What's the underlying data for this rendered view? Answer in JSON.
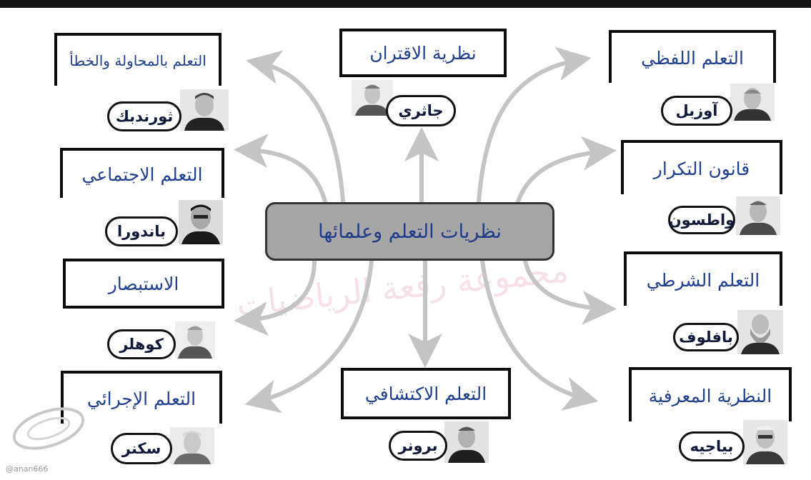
{
  "center_title": "نظريات التعلم وعلمائها",
  "theories": {
    "trial_error": "التعلم بالمحاولة والخطأ",
    "association": "نظرية الاقتران",
    "verbal": "التعلم اللفظي",
    "social": "التعلم الاجتماعي",
    "repetition": "قانون التكرار",
    "insight": "الاستبصار",
    "conditioning": "التعلم الشرطي",
    "operant": "التعلم الإجرائي",
    "discovery": "التعلم الاكتشافي",
    "cognitive": "النظرية المعرفية"
  },
  "scientists": {
    "thorndike": "ثورندبك",
    "guthrie": "جاثري",
    "ausubel": "آوزبل",
    "bandura": "باندورا",
    "watson": "واطسون",
    "kohler": "كوهلر",
    "pavlov": "بافلوف",
    "skinner": "سكنر",
    "bruner": "برونر",
    "piaget": "بياجيه"
  },
  "watermark": "مجموعة رفعة الرياضيات",
  "handle": "@anan666",
  "colors": {
    "label_blue": "#1f3f8f",
    "center_fill": "#a6a6a6",
    "arrow_gray": "#c4c4c4"
  }
}
